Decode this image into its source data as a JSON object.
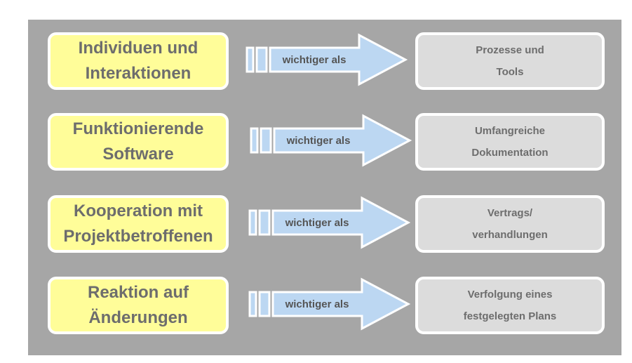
{
  "colors": {
    "panel_background": "#a6a6a6",
    "left_box_fill": "#fffd99",
    "right_box_fill": "#dcdcdc",
    "arrow_fill": "#bcd7f2",
    "border": "#ffffff",
    "text": "#6d6d6d"
  },
  "rows": [
    {
      "left": "Individuen und\nInteraktionen",
      "connector": "wichtiger als",
      "right": "Prozesse und\nTools"
    },
    {
      "left": "Funktionierende\nSoftware",
      "connector": "wichtiger als",
      "right": "Umfangreiche\nDokumentation"
    },
    {
      "left": "Kooperation mit\nProjektbetroffenen",
      "connector": "wichtiger als",
      "right": "Vertrags/\nverhandlungen"
    },
    {
      "left": "Reaktion auf\nÄnderungen",
      "connector": "wichtiger als",
      "right": "Verfolgung eines\nfestgelegten Plans"
    }
  ]
}
